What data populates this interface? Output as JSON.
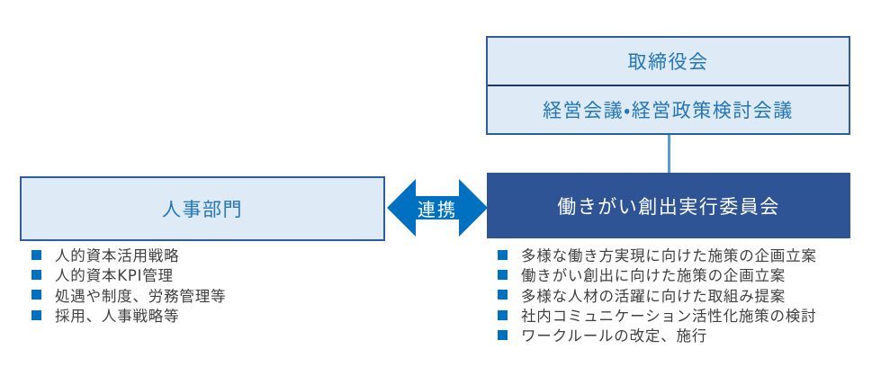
{
  "colors": {
    "light_box_fill": "#DEEAF6",
    "box_border": "#2E5C9E",
    "governance_divider": "#1F3864",
    "heading_text_blue": "#2276B9",
    "dark_box_fill": "#2E5496",
    "dark_box_text": "#FFFFFF",
    "arrow_fill": "#0070C0",
    "connector_line": "#5B9BD5",
    "bullet_square": "#0070C0",
    "list_text": "#3F3F3F"
  },
  "governance": {
    "board_label": "取締役会",
    "management_label": "経営会議・経営政策検討会議"
  },
  "link": {
    "label": "連携"
  },
  "hr": {
    "box_label": "人事部門",
    "items": [
      "人的資本活用戦略",
      "人的資本KPI管理",
      "処遇や制度、労務管理等",
      "採用、人事戦略等"
    ]
  },
  "committee": {
    "box_label": "働きがい創出実行委員会",
    "items": [
      "多様な働き方実現に向けた施策の企画立案",
      "働きがい創出に向けた施策の企画立案",
      "多様な人材の活躍に向けた取組み提案",
      "社内コミュニケーション活性化施策の検討",
      "ワークルールの改定、施行"
    ]
  }
}
